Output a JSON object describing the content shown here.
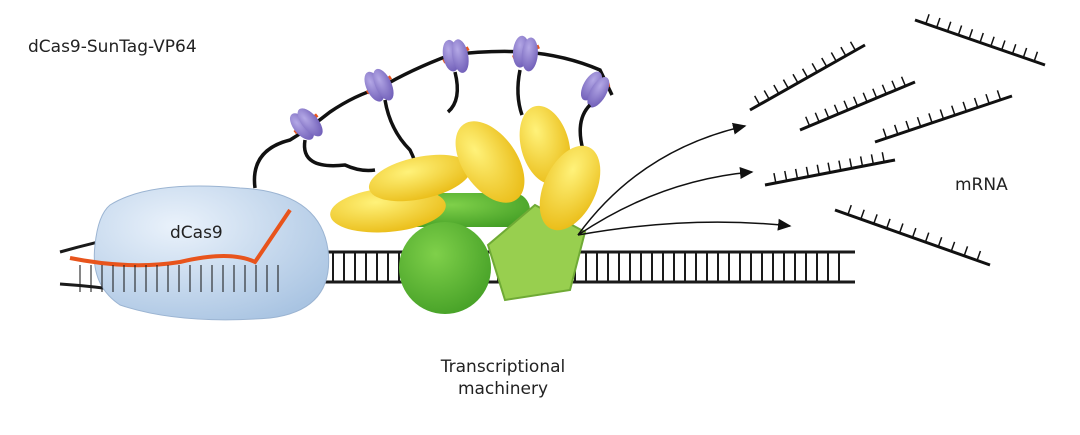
{
  "title": "dCas9-SunTag-VP64",
  "labels": {
    "dcas9": "dCas9",
    "mrna": "mRNA",
    "machinery_line1": "Transcriptional",
    "machinery_line2": "machinery"
  },
  "colors": {
    "dcas9": "#c9dcf0",
    "guide_rna": "#e8541c",
    "vp64": "#f5cf2a",
    "suntag_antibody": "#8b7bc8",
    "machinery_green_dark": "#5db534",
    "machinery_green_light": "#98cf4f",
    "dna": "#1a1a1a"
  }
}
